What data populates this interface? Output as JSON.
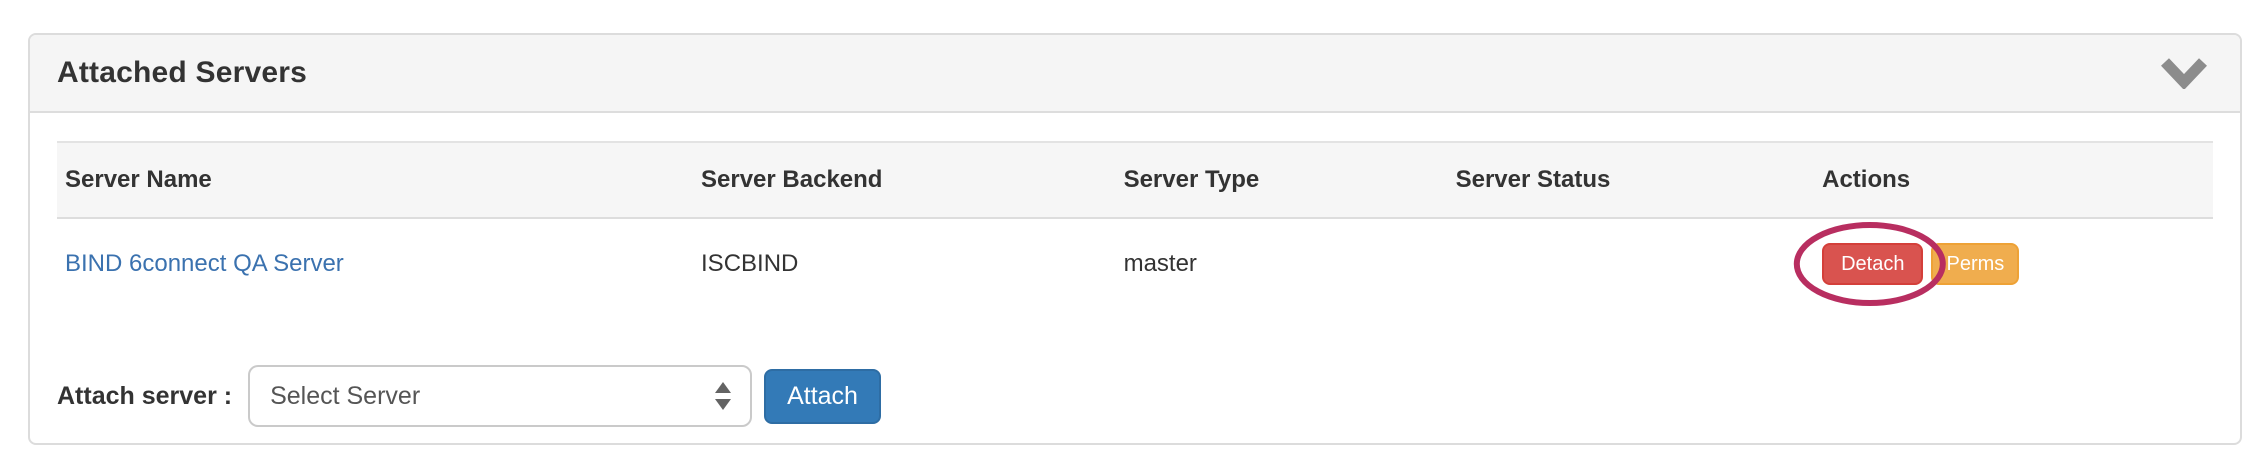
{
  "panel": {
    "title": "Attached Servers"
  },
  "table": {
    "columns": [
      "Server Name",
      "Server Backend",
      "Server Type",
      "Server Status",
      "Actions"
    ],
    "rows": [
      {
        "name": "BIND 6connect QA Server",
        "backend": "ISCBIND",
        "type": "master",
        "status": "",
        "actions": [
          "Detach",
          "Perms"
        ]
      }
    ]
  },
  "attach": {
    "label": "Attach server :",
    "select_value": "Select Server",
    "button": "Attach"
  },
  "icons": {
    "collapse": "chevron-down-icon",
    "select": "updown-arrows-icon"
  },
  "colors": {
    "detach_button": "#d9534f",
    "perms_button": "#f0ad4e",
    "attach_button": "#337ab7",
    "link": "#3b72af",
    "annotation": "#b82e60",
    "panel_heading_bg": "#f5f5f5",
    "table_header_bg": "#f6f6f6"
  },
  "annotation": {
    "shape": "ellipse",
    "target": "Detach"
  }
}
